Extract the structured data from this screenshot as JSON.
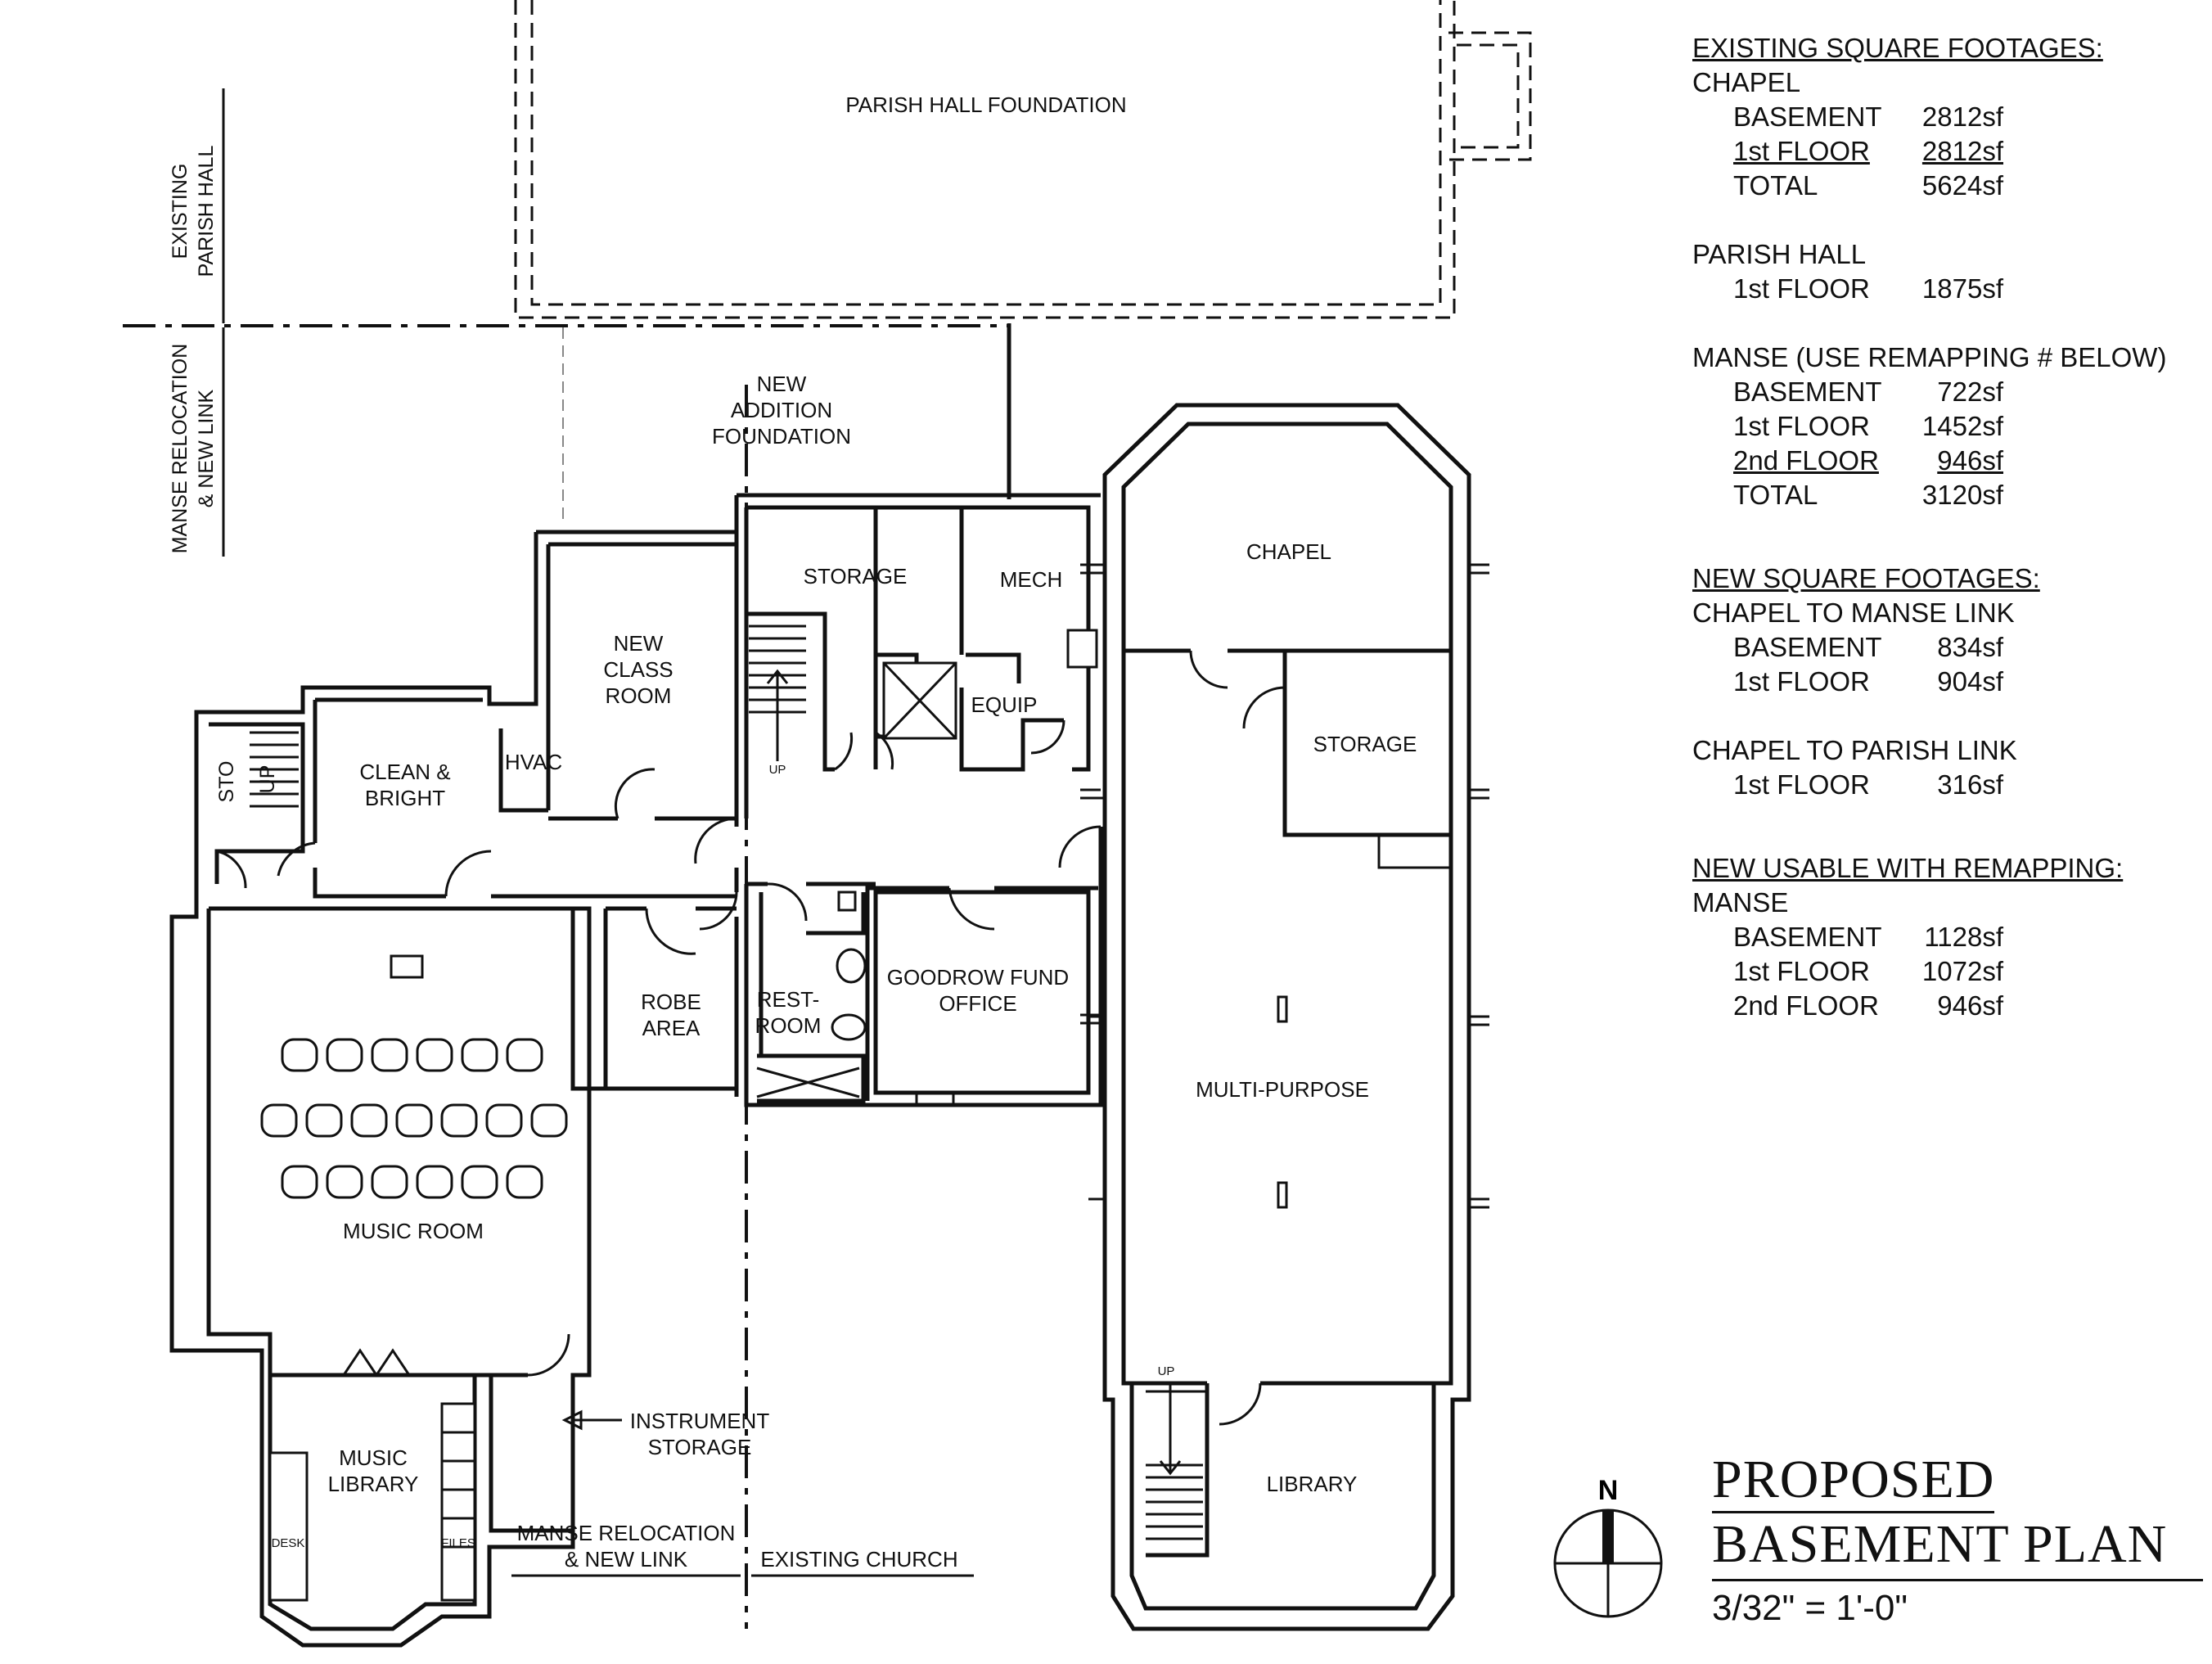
{
  "rooms": {
    "parish_hall_foundation": "PARISH HALL FOUNDATION",
    "new_addition_foundation": [
      "NEW",
      "ADDITION",
      "FOUNDATION"
    ],
    "storage_top": "STORAGE",
    "mech": "MECH",
    "equip": "EQUIP",
    "chapel": "CHAPEL",
    "storage_right": "STORAGE",
    "new_class_room": [
      "NEW",
      "CLASS",
      "ROOM"
    ],
    "hvac": "HVAC",
    "clean_bright": [
      "CLEAN &",
      "BRIGHT"
    ],
    "sto": "STO",
    "up_small": "UP",
    "up_stair_storage": "UP",
    "up_library": "UP",
    "robe_area": [
      "ROBE",
      "AREA"
    ],
    "restroom": [
      "REST-",
      "ROOM"
    ],
    "goodrow_fund_office": [
      "GOODROW FUND",
      "OFFICE"
    ],
    "multi_purpose": "MULTI-PURPOSE",
    "music_room": "MUSIC ROOM",
    "music_library": [
      "MUSIC",
      "LIBRARY"
    ],
    "desk": "DESK",
    "files": "FILES",
    "instrument_storage": [
      "INSTRUMENT",
      "STORAGE"
    ],
    "library": "LIBRARY"
  },
  "zone_labels": {
    "existing_parish_hall": [
      "EXISTING",
      "PARISH HALL"
    ],
    "manse_relocation_vertical": [
      "MANSE RELOCATION",
      "& NEW LINK"
    ],
    "manse_relocation_bottom": [
      "MANSE RELOCATION",
      "& NEW LINK"
    ],
    "existing_church": "EXISTING CHURCH"
  },
  "square_footage": {
    "existing": {
      "heading": "EXISTING SQUARE FOOTAGES:",
      "chapel": {
        "name": "CHAPEL",
        "rows": [
          {
            "label": "BASEMENT",
            "value": "2812sf"
          },
          {
            "label": "1st FLOOR",
            "value": "2812sf"
          },
          {
            "label": "TOTAL",
            "value": "5624sf"
          }
        ]
      },
      "parish_hall": {
        "name": "PARISH HALL",
        "rows": [
          {
            "label": "1st FLOOR",
            "value": "1875sf"
          }
        ]
      },
      "manse": {
        "name": "MANSE (USE REMAPPING # BELOW)",
        "rows": [
          {
            "label": "BASEMENT",
            "value": "722sf"
          },
          {
            "label": "1st FLOOR",
            "value": "1452sf"
          },
          {
            "label": "2nd FLOOR",
            "value": "946sf"
          },
          {
            "label": "TOTAL",
            "value": "3120sf"
          }
        ]
      }
    },
    "new": {
      "heading": "NEW SQUARE FOOTAGES:",
      "chapel_manse": {
        "name": "CHAPEL TO MANSE LINK",
        "rows": [
          {
            "label": "BASEMENT",
            "value": "834sf"
          },
          {
            "label": "1st FLOOR",
            "value": "904sf"
          }
        ]
      },
      "chapel_parish": {
        "name": "CHAPEL TO PARISH LINK",
        "rows": [
          {
            "label": "1st FLOOR",
            "value": "316sf"
          }
        ]
      }
    },
    "remapping": {
      "heading": "NEW USABLE WITH REMAPPING:",
      "manse": {
        "name": "MANSE",
        "rows": [
          {
            "label": "BASEMENT",
            "value": "1128sf"
          },
          {
            "label": "1st FLOOR",
            "value": "1072sf"
          },
          {
            "label": "2nd FLOOR",
            "value": "946sf"
          }
        ]
      }
    }
  },
  "title": {
    "line1": "PROPOSED",
    "line2": "BASEMENT PLAN",
    "scale": "3/32\" = 1'-0\""
  },
  "north_arrow": {
    "label": "N"
  }
}
